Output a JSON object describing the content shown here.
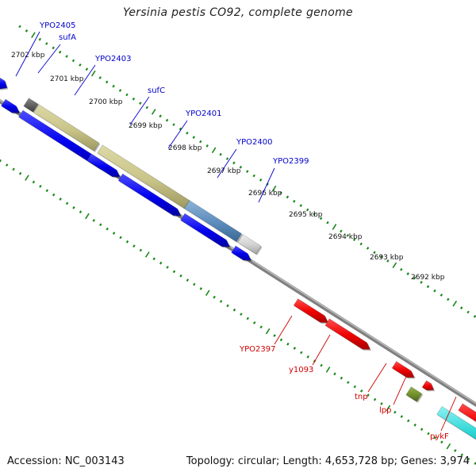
{
  "title": "Yersinia pestis CO92, complete genome",
  "footer": {
    "accession": "Accession: NC_003143",
    "summary": "Topology: circular; Length: 4,653,728 bp; Genes: 3,974"
  },
  "colors": {
    "forward_label": "#0000cc",
    "reverse_label": "#cc0000",
    "tick": "#1a8a1a",
    "backbone": "#808080"
  },
  "position_labels": [
    "2702 kbp",
    "2701 kbp",
    "2700 kbp",
    "2699 kbp",
    "2698 kbp",
    "2697 kbp",
    "2696 kbp",
    "2695 kbp",
    "2694 kbp",
    "2693 kbp",
    "2692 kbp"
  ],
  "forward_gene_labels": [
    "YPO2405",
    "sufA",
    "YPO2403",
    "sufC",
    "YPO2401",
    "YPO2400",
    "YPO2399"
  ],
  "reverse_gene_labels": [
    "YPO2397",
    "y1093",
    "tnp",
    "lpp",
    "pykF"
  ]
}
